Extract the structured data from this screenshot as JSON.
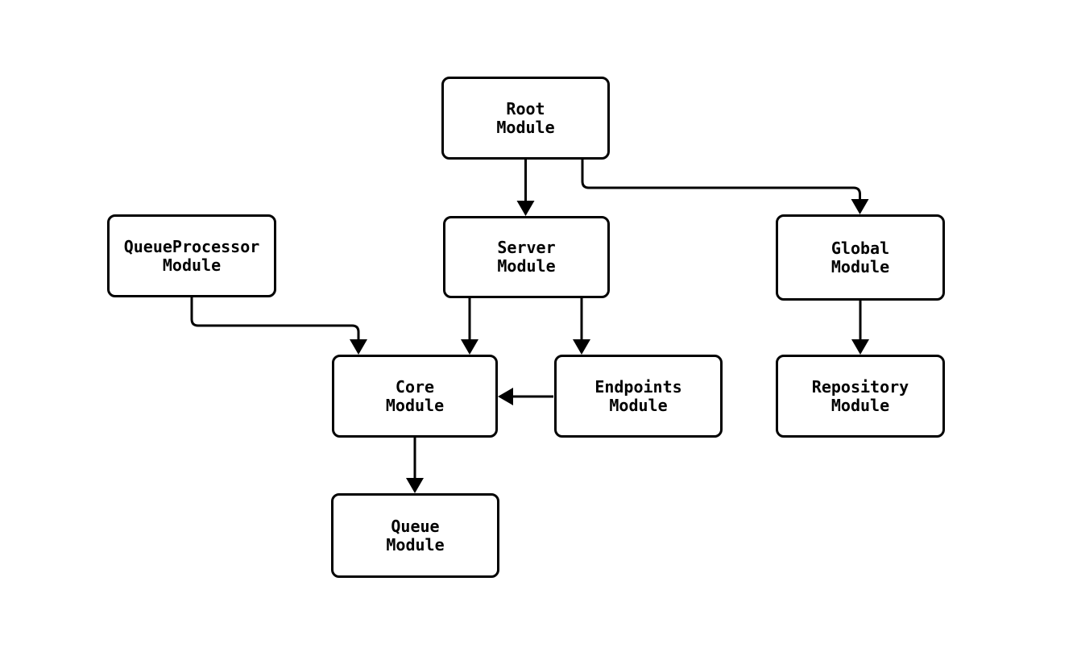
{
  "diagram": {
    "type": "module-dependency-graph",
    "background_color": "#ffffff",
    "line_color": "#000000",
    "node_fill_color": "#ffffff",
    "nodes": [
      {
        "id": "root",
        "label": "Root Module",
        "line1": "Root",
        "line2": "Module"
      },
      {
        "id": "queueprocessor",
        "label": "QueueProcessor Module",
        "line1": "QueueProcessor",
        "line2": "Module"
      },
      {
        "id": "server",
        "label": "Server Module",
        "line1": "Server",
        "line2": "Module"
      },
      {
        "id": "global",
        "label": "Global Module",
        "line1": "Global",
        "line2": "Module"
      },
      {
        "id": "core",
        "label": "Core Module",
        "line1": "Core",
        "line2": "Module"
      },
      {
        "id": "endpoints",
        "label": "Endpoints Module",
        "line1": "Endpoints",
        "line2": "Module"
      },
      {
        "id": "repository",
        "label": "Repository Module",
        "line1": "Repository",
        "line2": "Module"
      },
      {
        "id": "queue",
        "label": "Queue Module",
        "line1": "Queue",
        "line2": "Module"
      }
    ],
    "edges": [
      {
        "from": "Root Module",
        "to": "Server Module"
      },
      {
        "from": "Root Module",
        "to": "Global Module"
      },
      {
        "from": "QueueProcessor Module",
        "to": "Core Module"
      },
      {
        "from": "Server Module",
        "to": "Core Module"
      },
      {
        "from": "Server Module",
        "to": "Endpoints Module"
      },
      {
        "from": "Endpoints Module",
        "to": "Core Module"
      },
      {
        "from": "Global Module",
        "to": "Repository Module"
      },
      {
        "from": "Core Module",
        "to": "Queue Module"
      }
    ]
  }
}
